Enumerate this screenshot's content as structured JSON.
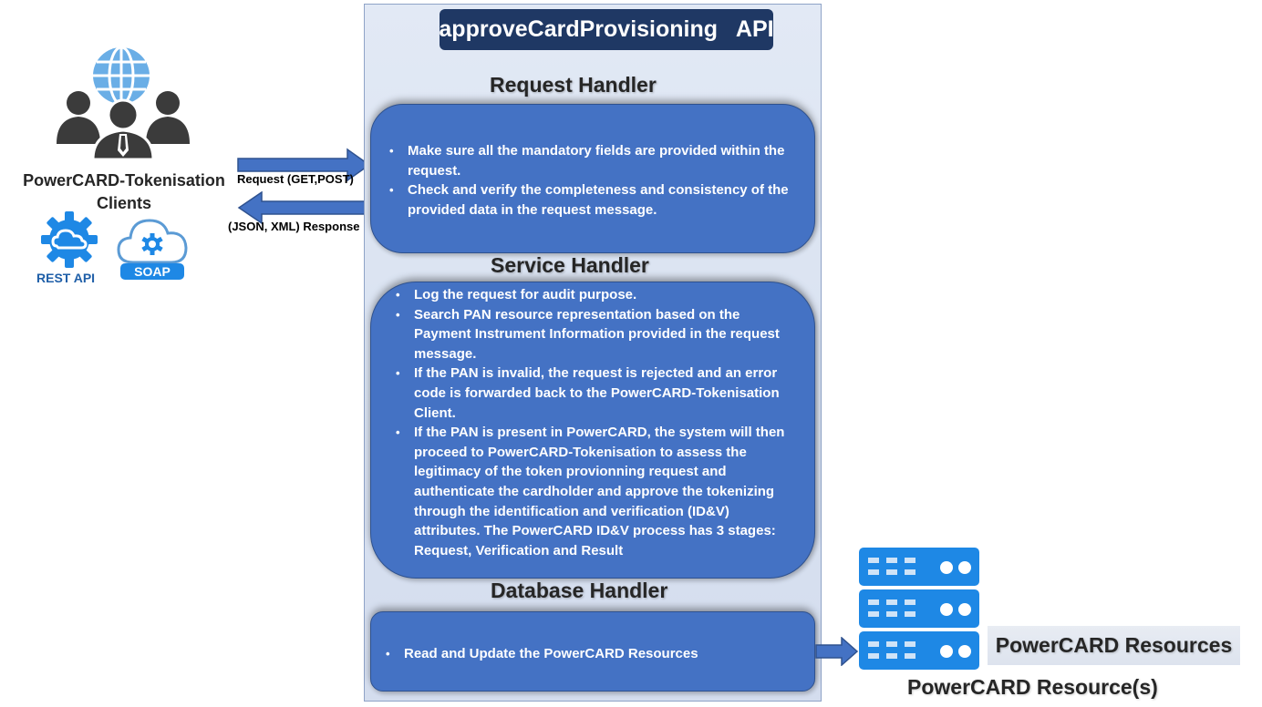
{
  "api": {
    "title": "approveCardProvisioning   API"
  },
  "request_handler": {
    "title": "Request Handler",
    "bullets": [
      "Make sure all the mandatory fields are provided within the request.",
      "Check and verify the completeness and consistency of the provided data in the request message."
    ]
  },
  "service_handler": {
    "title": "Service Handler",
    "bullets": [
      "Log the request for audit purpose.",
      "Search PAN resource representation based on the Payment Instrument Information provided in the request message.",
      "If the PAN is invalid, the request is rejected and an error code is forwarded back to the PowerCARD-Tokenisation  Client.",
      "If the PAN is present in PowerCARD, the system will then proceed to PowerCARD-Tokenisation to assess the legitimacy of the token provionning request and authenticate the cardholder and approve the tokenizing through the identification and verification (ID&V) attributes. The PowerCARD ID&V process has 3 stages: Request, Verification and Result"
    ]
  },
  "database_handler": {
    "title": "Database Handler",
    "bullets": [
      "Read and Update the PowerCARD Resources"
    ]
  },
  "clients": {
    "label_line1": "PowerCARD-Tokenisation",
    "label_line2": "Clients",
    "rest_label": "REST API",
    "soap_label": "SOAP"
  },
  "arrows": {
    "request_label": "Request (GET,POST)",
    "response_label": "(JSON, XML) Response"
  },
  "resources": {
    "chip_label": "PowerCARD Resources",
    "caption": "PowerCARD Resource(s)"
  },
  "colors": {
    "handler_fill": "#4472c4",
    "title_bar": "#1f3864",
    "panel_bg": "#dde5f2",
    "icon_dark": "#3a3a3a",
    "icon_globe": "#5b9bd5",
    "icon_blue": "#1e88e5"
  },
  "icons": [
    "globe-icon",
    "users-icon",
    "gear-cloud-icon",
    "cloud-gear-icon",
    "server-rack-icon",
    "arrow-right-icon",
    "arrow-left-icon"
  ]
}
